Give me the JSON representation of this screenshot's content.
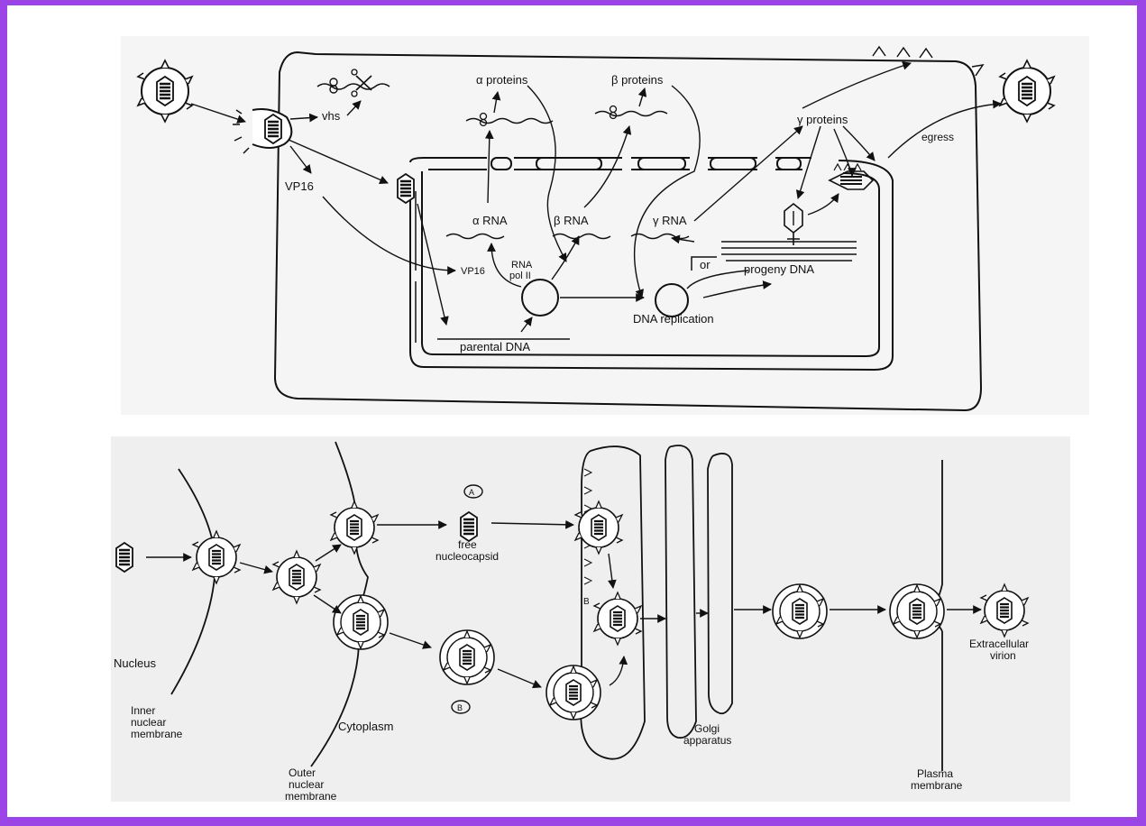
{
  "top_diagram": {
    "labels": {
      "vhs": "vhs",
      "vp16_cyto": "VP16",
      "vp16_nuc": "VP16",
      "alpha_proteins": "α proteins",
      "beta_proteins": "β proteins",
      "gamma_proteins": "γ proteins",
      "egress": "egress",
      "alpha_rna": "α RNA",
      "beta_rna": "β RNA",
      "gamma_rna": "γ RNA",
      "rna_pol_line1": "RNA",
      "rna_pol_line2": "pol II",
      "or": "or",
      "progeny_dna": "progeny DNA",
      "dna_replication": "DNA replication",
      "parental_dna": "parental DNA",
      "plus": "+"
    }
  },
  "bottom_diagram": {
    "labels": {
      "circle_a": "A",
      "circle_b": "B",
      "b_small": "B",
      "free_nucleocapsid_1": "free",
      "free_nucleocapsid_2": "nucleocapsid",
      "nucleus": "Nucleus",
      "inner_nm_1": "Inner",
      "inner_nm_2": "nuclear",
      "inner_nm_3": "membrane",
      "cytoplasm": "Cytoplasm",
      "outer_nm_1": "Outer",
      "outer_nm_2": "nuclear",
      "outer_nm_3": "membrane",
      "golgi_1": "Golgi",
      "golgi_2": "apparatus",
      "plasma_1": "Plasma",
      "plasma_2": "membrane",
      "extracellular_1": "Extracellular",
      "extracellular_2": "virion"
    }
  },
  "colors": {
    "frame": "#9b45e6",
    "ink": "#111111"
  }
}
